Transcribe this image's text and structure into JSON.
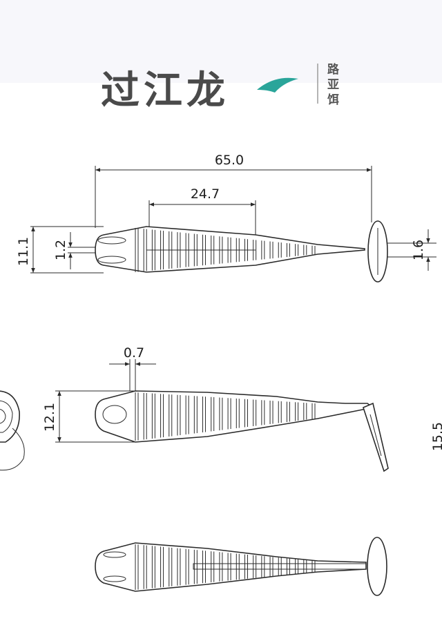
{
  "brand": {
    "name": "过江龙",
    "subtitle_chars": [
      "路",
      "亚",
      "饵"
    ],
    "text_color": "#4a4a4a",
    "accent_color": "#2aa59a"
  },
  "dimensions": {
    "overall_length": "65.0",
    "rib_section_length": "24.7",
    "height_top": "11.1",
    "head_hole": "1.2",
    "tail_stem": "1.6",
    "lip_offset": "0.7",
    "height_side": "12.1",
    "tail_height": "15.5"
  },
  "colors": {
    "background": "#ffffff",
    "header_band": "#f7f7fb",
    "line": "#2a2a2a"
  }
}
